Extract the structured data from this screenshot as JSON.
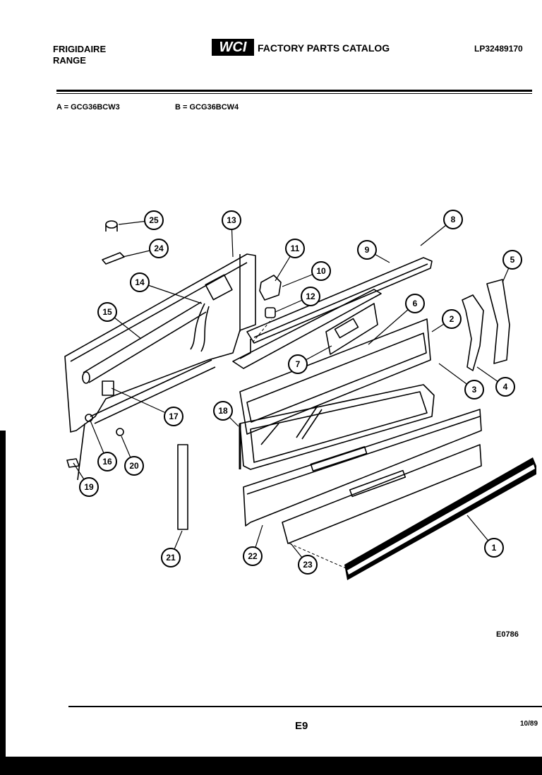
{
  "header": {
    "brand_line1": "FRIGIDAIRE",
    "brand_line2": "RANGE",
    "logo_text": "WCI",
    "catalog_title": "FACTORY PARTS CATALOG",
    "part_number": "LP32489170"
  },
  "models": {
    "a": "A = GCG36BCW3",
    "b": "B = GCG36BCW4"
  },
  "callouts": [
    "1",
    "2",
    "3",
    "4",
    "5",
    "6",
    "7",
    "8",
    "9",
    "10",
    "11",
    "12",
    "13",
    "14",
    "15",
    "16",
    "17",
    "18",
    "19",
    "20",
    "21",
    "22",
    "23",
    "24",
    "25"
  ],
  "footer": {
    "diagram_code": "E0786",
    "page_code": "E9",
    "date": "10/89"
  }
}
